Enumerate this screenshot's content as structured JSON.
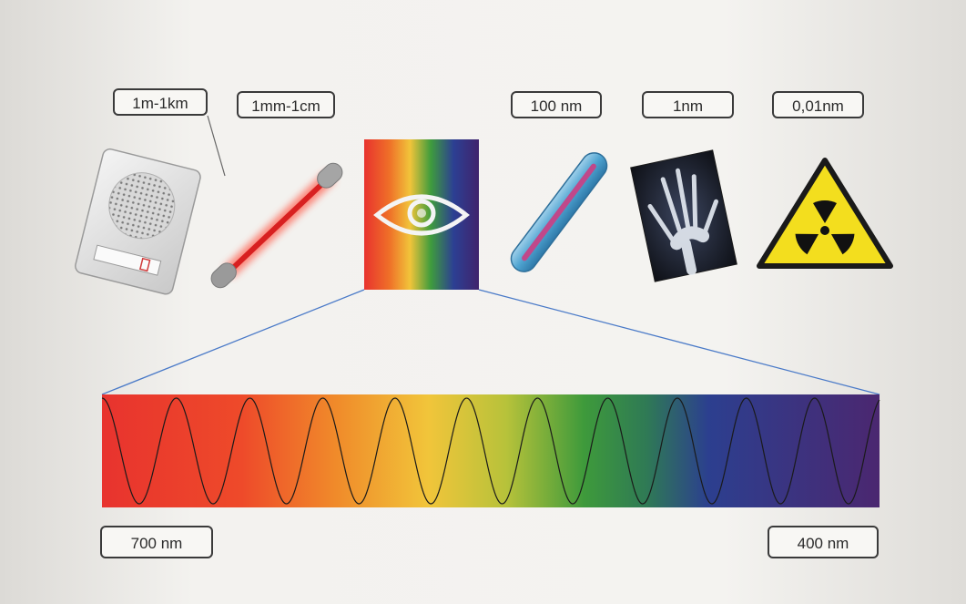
{
  "labels": {
    "radio": "1m-1km",
    "microwave": "1mm-1cm",
    "uv": "100 nm",
    "xray": "1nm",
    "gamma": "0,01nm",
    "red_end": "700 nm",
    "violet_end": "400 nm"
  },
  "colors": {
    "red": "#e53030",
    "orange": "#f07a26",
    "yellow": "#efc43a",
    "green": "#3c9b3a",
    "blue": "#2f3f9a",
    "violet": "#4a2672",
    "connector_line": "#4a7ac8",
    "radiation_yellow": "#f3de1e"
  },
  "icons": [
    "radio-icon",
    "microwave-tube-icon",
    "eye-icon",
    "uv-tube-icon",
    "xray-hand-icon",
    "radiation-warning-icon"
  ]
}
